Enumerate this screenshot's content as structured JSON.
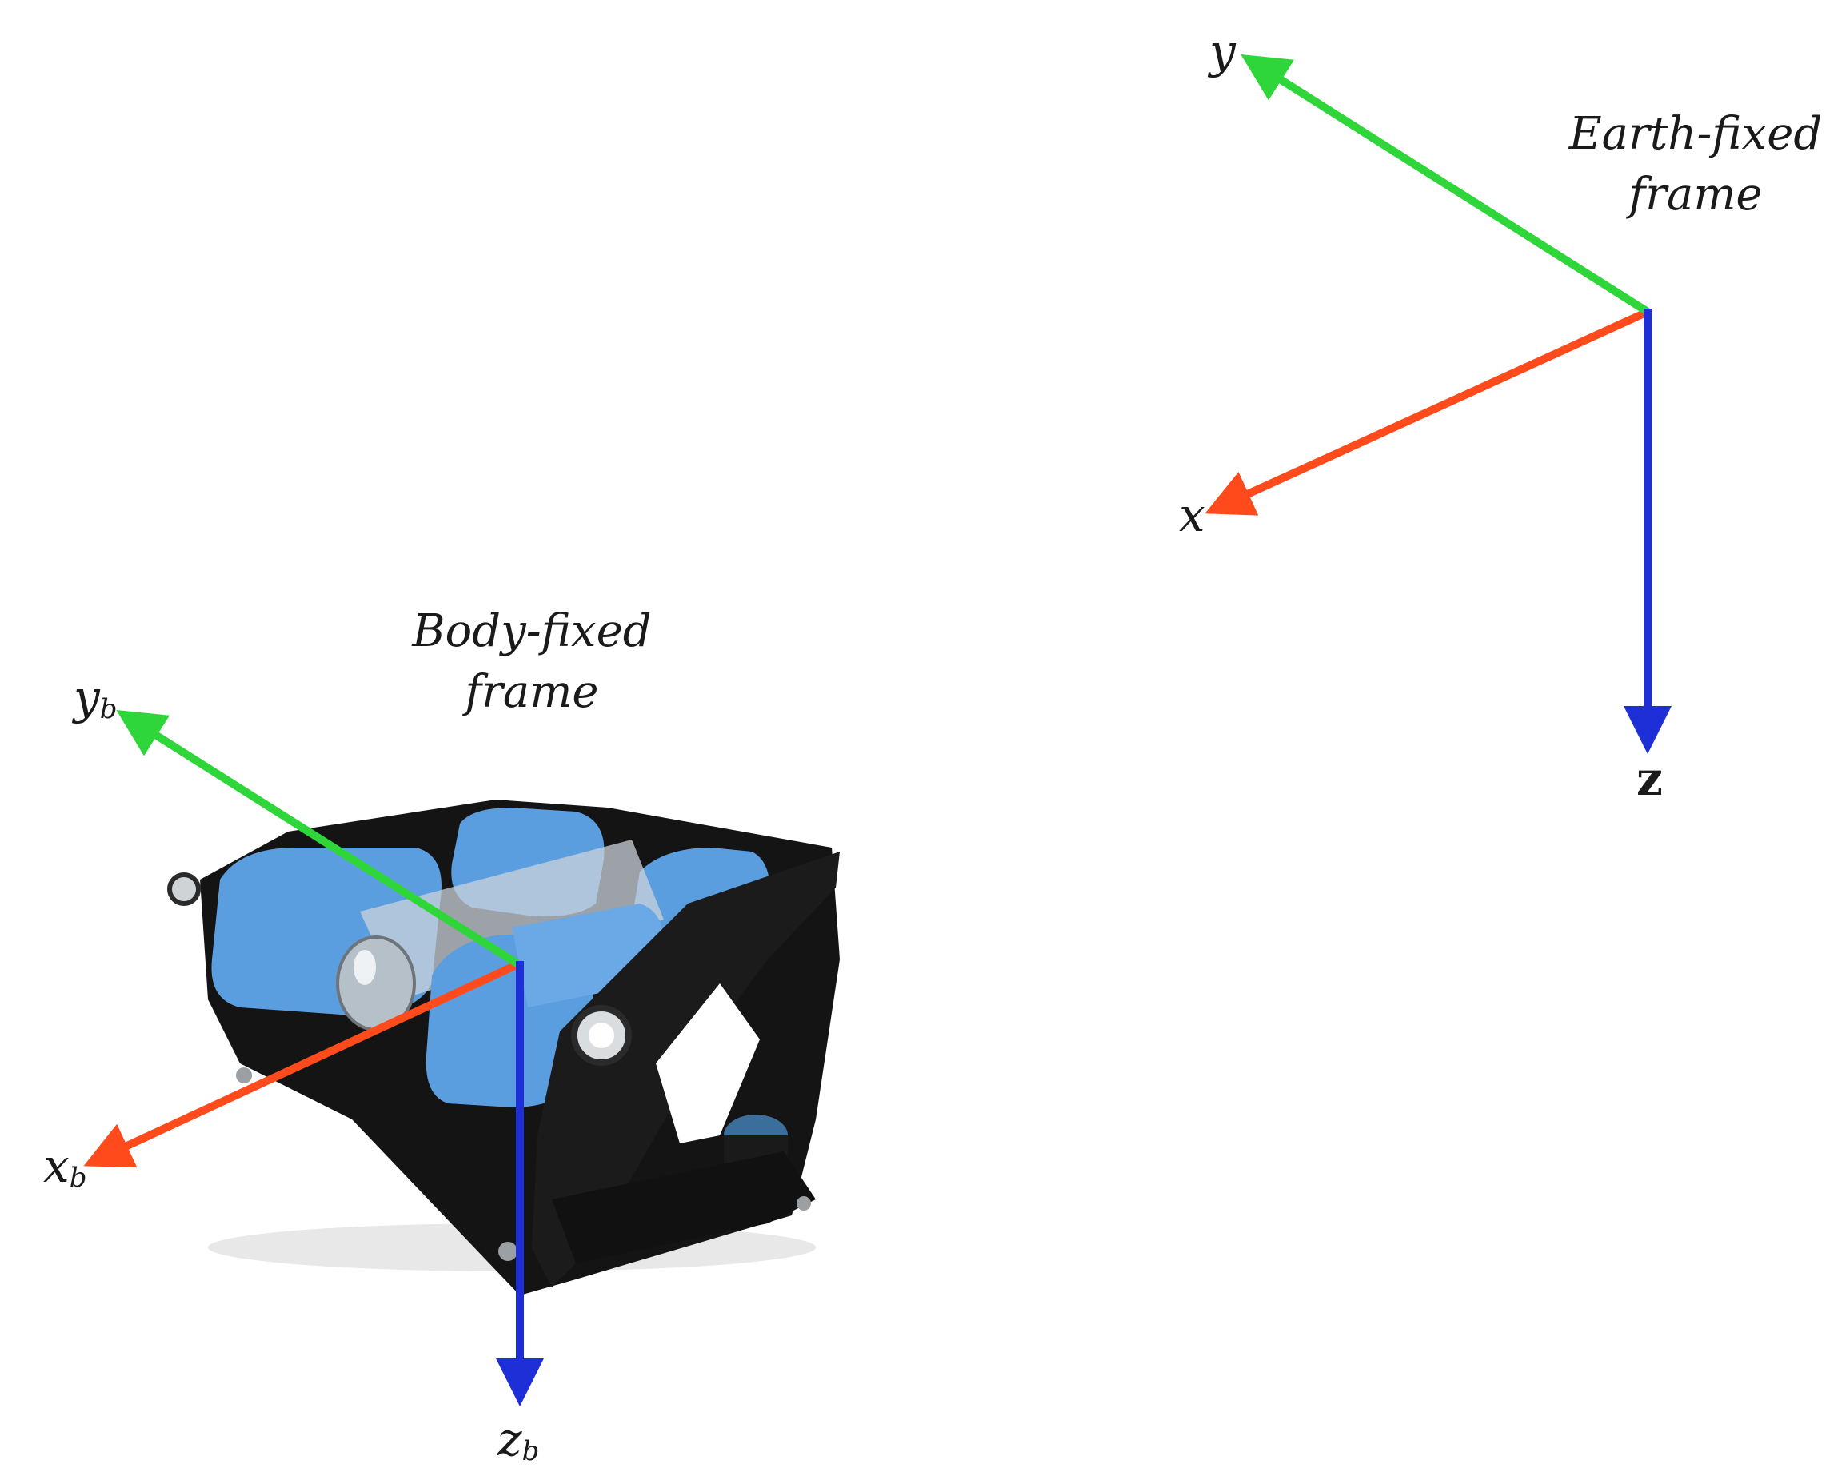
{
  "earth_frame": {
    "title_line1": "Earth-fixed",
    "title_line2": "frame",
    "axes": {
      "x": "x",
      "y": "y",
      "z": "z"
    }
  },
  "body_frame": {
    "title_line1": "Body-fixed",
    "title_line2": "frame",
    "axes": {
      "x": "x",
      "x_sub": "b",
      "y": "y",
      "y_sub": "b",
      "z": "z",
      "z_sub": "b"
    }
  },
  "colors": {
    "x_axis": "#ff4a1c",
    "y_axis": "#2fd63a",
    "z_axis": "#1f2fd8",
    "rov_blue": "#5b9ee0",
    "rov_frame": "#141414"
  }
}
